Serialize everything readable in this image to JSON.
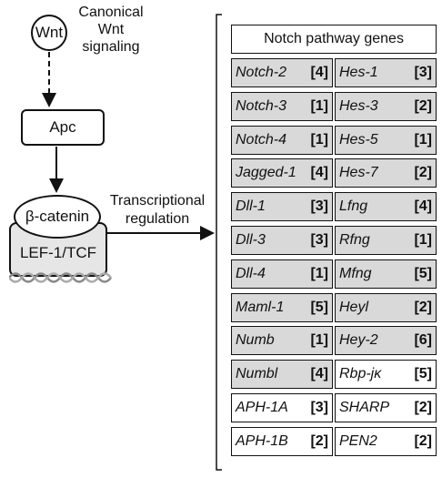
{
  "diagram": {
    "wnt": "Wnt",
    "canonical_label": [
      "Canonical",
      "Wnt",
      "signaling"
    ],
    "apc": "Apc",
    "beta_catenin": "β-catenin",
    "lef_tcf": "LEF-1/TCF",
    "transcription_label": [
      "Transcriptional",
      "regulation"
    ]
  },
  "table": {
    "header": "Notch pathway genes",
    "rows": [
      [
        {
          "name": "Notch-2",
          "count": "[4]",
          "shaded": true
        },
        {
          "name": "Hes-1",
          "count": "[3]",
          "shaded": true
        }
      ],
      [
        {
          "name": "Notch-3",
          "count": "[1]",
          "shaded": true
        },
        {
          "name": "Hes-3",
          "count": "[2]",
          "shaded": true
        }
      ],
      [
        {
          "name": "Notch-4",
          "count": "[1]",
          "shaded": true
        },
        {
          "name": "Hes-5",
          "count": "[1]",
          "shaded": true
        }
      ],
      [
        {
          "name": "Jagged-1",
          "count": "[4]",
          "shaded": true
        },
        {
          "name": "Hes-7",
          "count": "[2]",
          "shaded": true
        }
      ],
      [
        {
          "name": "Dll-1",
          "count": "[3]",
          "shaded": true
        },
        {
          "name": "Lfng",
          "count": "[4]",
          "shaded": true
        }
      ],
      [
        {
          "name": "Dll-3",
          "count": "[3]",
          "shaded": true
        },
        {
          "name": "Rfng",
          "count": "[1]",
          "shaded": true
        }
      ],
      [
        {
          "name": "Dll-4",
          "count": "[1]",
          "shaded": true
        },
        {
          "name": "Mfng",
          "count": "[5]",
          "shaded": true
        }
      ],
      [
        {
          "name": "Maml-1",
          "count": "[5]",
          "shaded": true
        },
        {
          "name": "Heyl",
          "count": "[2]",
          "shaded": true
        }
      ],
      [
        {
          "name": "Numb",
          "count": "[1]",
          "shaded": true
        },
        {
          "name": "Hey-2",
          "count": "[6]",
          "shaded": true
        }
      ],
      [
        {
          "name": "Numbl",
          "count": "[4]",
          "shaded": true
        },
        {
          "name": "Rbp-jκ",
          "count": "[5]",
          "shaded": false
        }
      ],
      [
        {
          "name": "APH-1A",
          "count": "[3]",
          "shaded": false
        },
        {
          "name": "SHARP",
          "count": "[2]",
          "shaded": false
        }
      ],
      [
        {
          "name": "APH-1B",
          "count": "[2]",
          "shaded": false
        },
        {
          "name": "PEN2",
          "count": "[2]",
          "shaded": false
        }
      ]
    ]
  }
}
